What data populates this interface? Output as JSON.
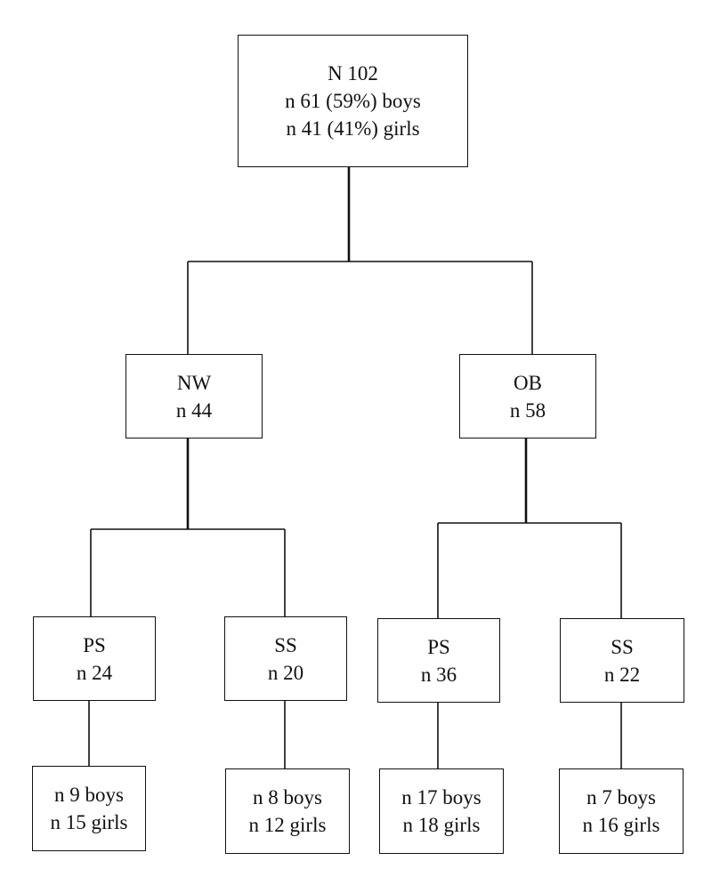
{
  "root": {
    "line1": "N 102",
    "line2": "n 61 (59%) boys",
    "line3": "n 41 (41%) girls"
  },
  "groups": {
    "nw": {
      "label": "NW",
      "count": "n 44",
      "ps": {
        "label": "PS",
        "count": "n 24",
        "boys": "n 9 boys",
        "girls": "n 15 girls"
      },
      "ss": {
        "label": "SS",
        "count": "n 20",
        "boys": "n 8 boys",
        "girls": "n 12 girls"
      }
    },
    "ob": {
      "label": "OB",
      "count": "n 58",
      "ps": {
        "label": "PS",
        "count": "n 36",
        "boys": "n 17 boys",
        "girls": "n 18 girls"
      },
      "ss": {
        "label": "SS",
        "count": "n 22",
        "boys": "n 7 boys",
        "girls": "n 16 girls"
      }
    }
  }
}
